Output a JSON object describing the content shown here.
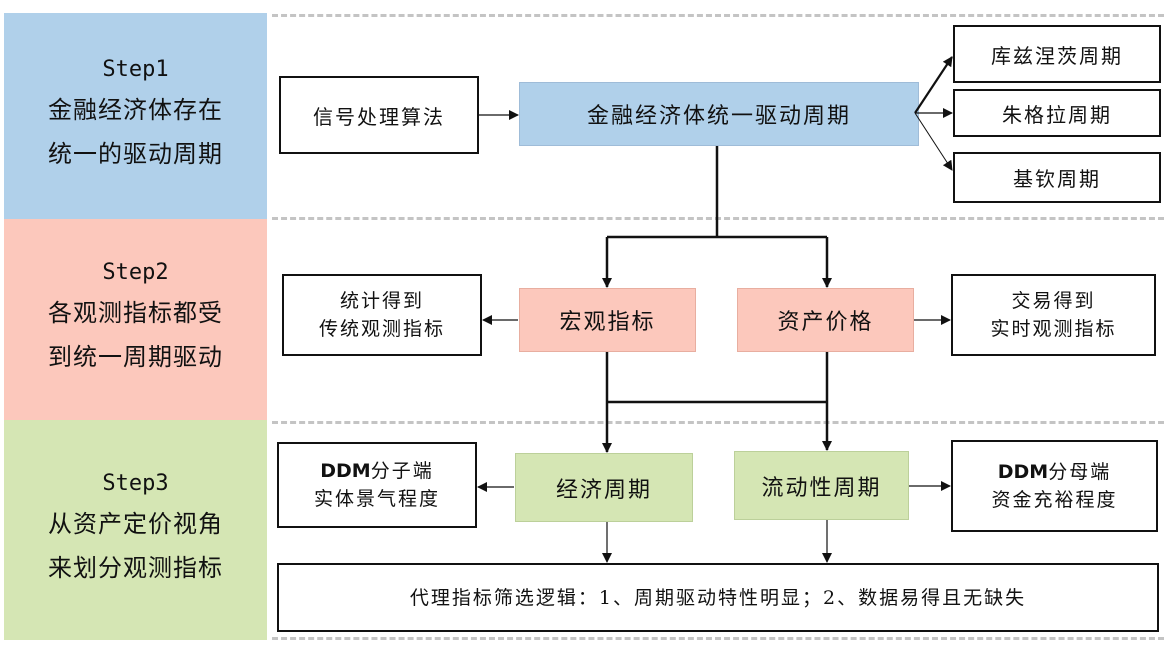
{
  "steps": [
    {
      "title": "Step1",
      "lines": [
        "金融经济体存在",
        "统一的驱动周期"
      ],
      "color": "#b0d0ea"
    },
    {
      "title": "Step2",
      "lines": [
        "各观测指标都受",
        "到统一周期驱动"
      ],
      "color": "#fcc8bc"
    },
    {
      "title": "Step3",
      "lines": [
        "从资产定价视角",
        "来划分观测指标"
      ],
      "color": "#d5e6b4"
    }
  ],
  "row1": {
    "signal_processing": "信号处理算法",
    "unified_cycle": "金融经济体统一驱动周期",
    "cycles": [
      "库兹涅茨周期",
      "朱格拉周期",
      "基钦周期"
    ]
  },
  "row2": {
    "macro_indicator": "宏观指标",
    "asset_price": "资产价格",
    "left_note": [
      "统计得到",
      "传统观测指标"
    ],
    "right_note": [
      "交易得到",
      "实时观测指标"
    ]
  },
  "row3": {
    "economic_cycle": "经济周期",
    "liquidity_cycle": "流动性周期",
    "left_note": {
      "prefix": "DDM",
      "line1_rest": "分子端",
      "line2": "实体景气程度"
    },
    "right_note": {
      "prefix": "DDM",
      "line1_rest": "分母端",
      "line2": "资金充裕程度"
    },
    "selection_logic": "代理指标筛选逻辑：1、周期驱动特性明显；2、数据易得且无缺失"
  }
}
